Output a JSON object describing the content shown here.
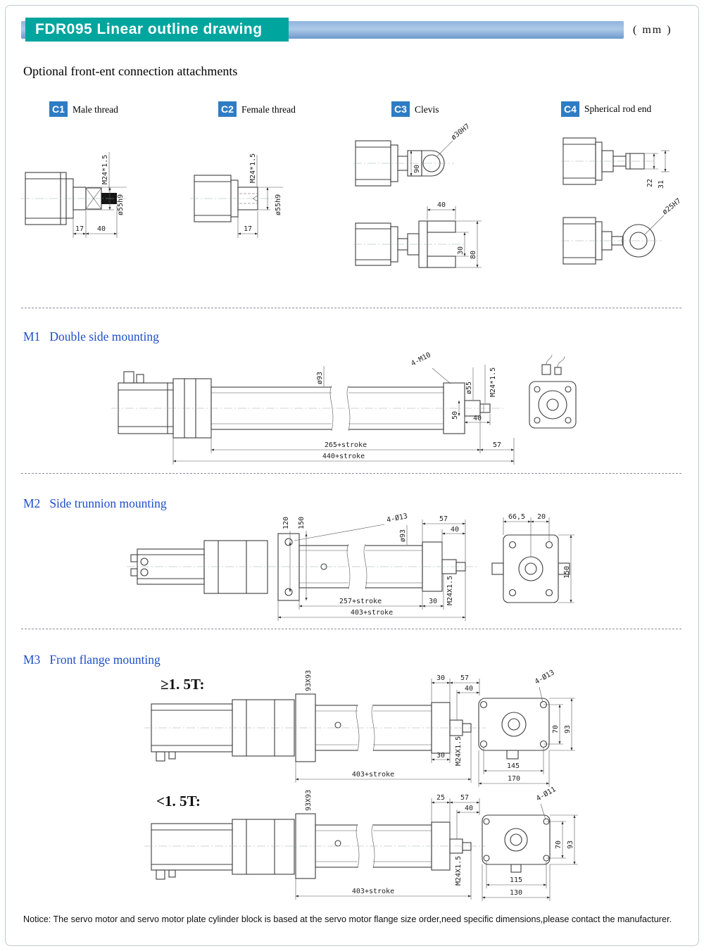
{
  "header": {
    "title": "FDR095 Linear outline drawing",
    "unit": "( mm )"
  },
  "attachments": {
    "title": "Optional front-ent connection attachments",
    "items": [
      {
        "code": "C1",
        "label": "Male thread",
        "dims": {
          "thread": "M24*1.5",
          "dia": "ø55h9",
          "len1": "17",
          "len2": "40"
        }
      },
      {
        "code": "C2",
        "label": "Female thread",
        "dims": {
          "thread": "M24*1.5",
          "dia": "ø55h9",
          "len1": "17"
        }
      },
      {
        "code": "C3",
        "label": "Clevis",
        "dims": {
          "body": "90",
          "bore": "ø30H7",
          "fork_len": "40",
          "slot": "30",
          "outer": "80"
        }
      },
      {
        "code": "C4",
        "label": "Spherical rod end",
        "dims": {
          "t1": "22",
          "t2": "31",
          "bore": "ø25H7"
        }
      }
    ]
  },
  "m1": {
    "code": "M1",
    "label": "Double side mounting",
    "dims": {
      "body": "ø93",
      "holes": "4-M10",
      "rod": "ø55",
      "thread": "M24*1.5",
      "d50": "50",
      "d40": "40",
      "len1": "265+stroke",
      "d57": "57",
      "len2": "440+stroke"
    }
  },
  "m2": {
    "code": "M2",
    "label": "Side trunnion mounting",
    "dims": {
      "d120": "120",
      "d150": "150",
      "holes": "4-Ø13",
      "d57": "57",
      "d40": "40",
      "body": "ø93",
      "thread": "M24X1.5",
      "len1": "257+stroke",
      "d30": "30",
      "len2": "403+stroke",
      "ev_a": "66,5",
      "ev_b": "20",
      "ev_h": "150"
    }
  },
  "m3": {
    "code": "M3",
    "label": "Front flange mounting",
    "heavy": {
      "label": "≥1. 5T:",
      "dims": {
        "plate": "93X93",
        "d30a": "30",
        "d57": "57",
        "d40": "40",
        "thread": "M24X1.5",
        "d30b": "30",
        "len": "403+stroke",
        "holes": "4-Ø13",
        "d70": "70",
        "d93": "93",
        "b1": "145",
        "b2": "170"
      }
    },
    "light": {
      "label": "<1. 5T:",
      "dims": {
        "plate": "93X93",
        "d25": "25",
        "d57": "57",
        "d40": "40",
        "thread": "M24X1.5",
        "len": "403+stroke",
        "holes": "4-Ø11",
        "d70": "70",
        "d93": "93",
        "b1": "115",
        "b2": "130"
      }
    }
  },
  "notice": "Notice: The servo motor and servo motor plate cylinder block is based at the servo motor flange size order,need specific dimensions,please contact the manufacturer.",
  "colors": {
    "accent_teal": "#00a59e",
    "badge_blue": "#2e7cc4",
    "title_blue": "#1d4ec9",
    "line": "#3c3c3c"
  }
}
